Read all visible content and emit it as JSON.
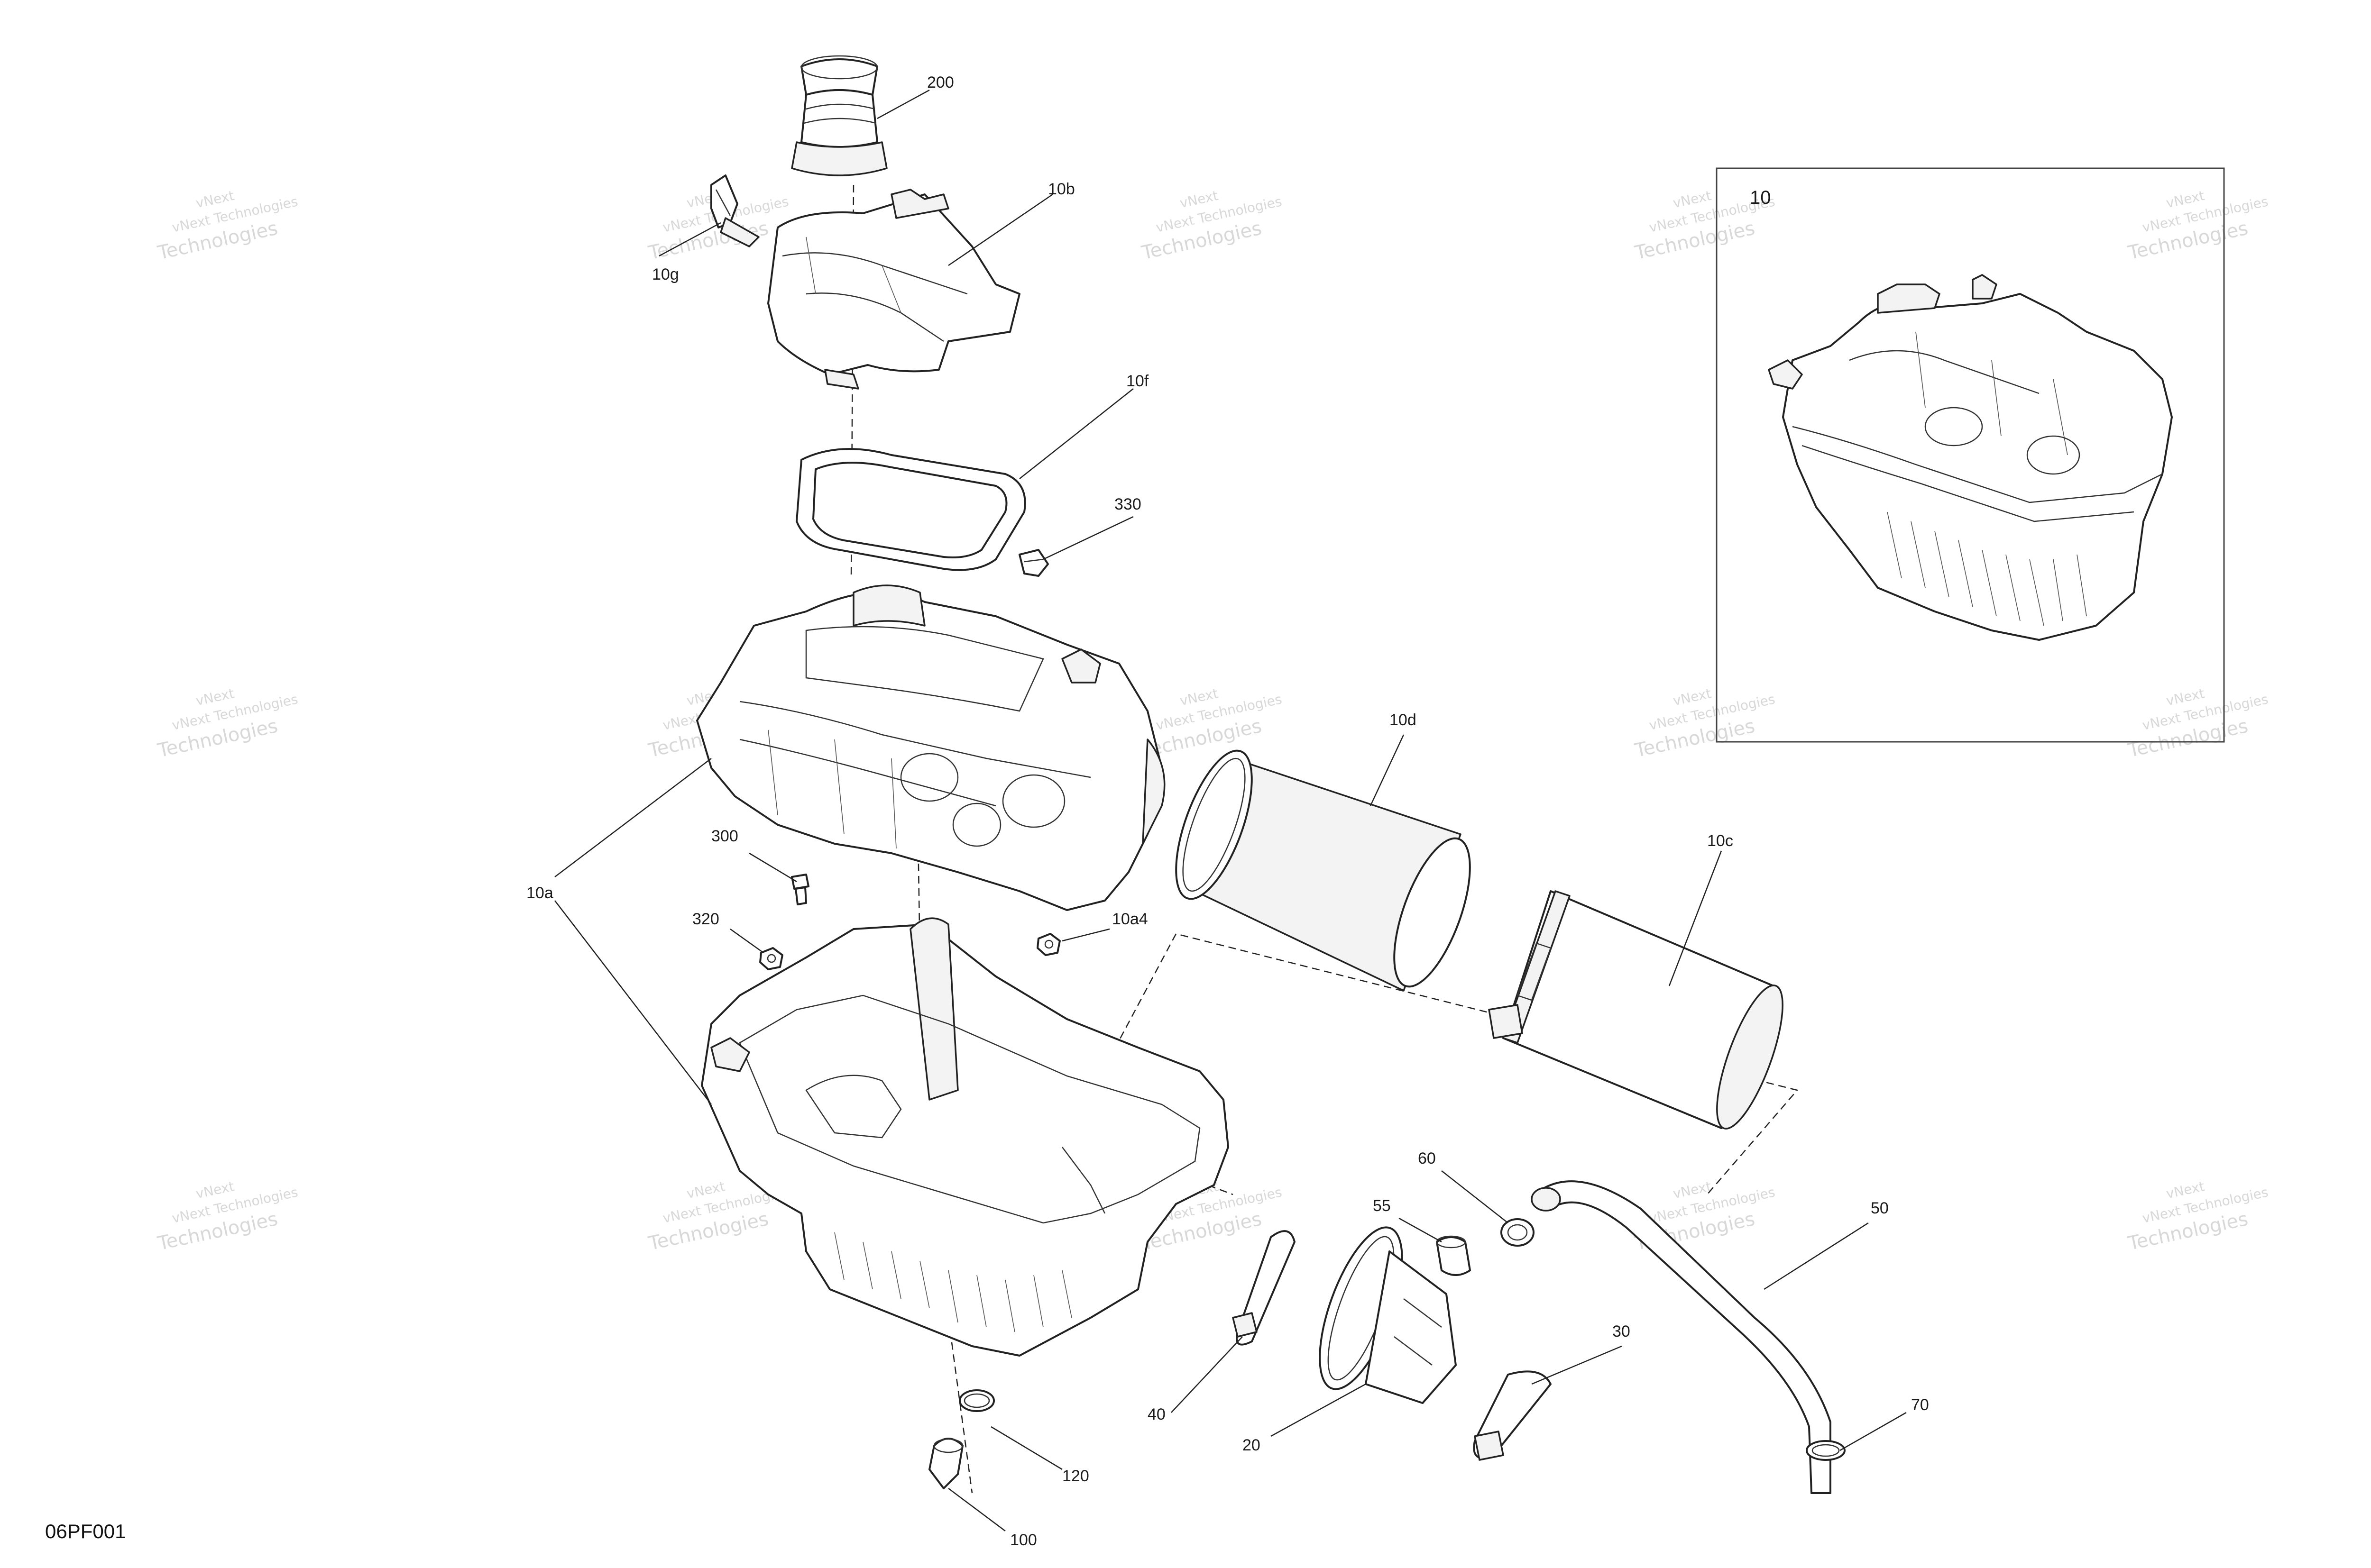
{
  "reference_code": "06PF001",
  "watermark": {
    "line1": "vNext Technologies",
    "line2": "Technologies",
    "mark": "vNext"
  },
  "callouts": {
    "c200": "200",
    "c10b": "10b",
    "c10g": "10g",
    "c10f": "10f",
    "c330": "330",
    "c10": "10",
    "c10d": "10d",
    "c10c": "10c",
    "c10a": "10a",
    "c300": "300",
    "c320": "320",
    "c10a4": "10a4",
    "c60": "60",
    "c55": "55",
    "c50": "50",
    "c30": "30",
    "c40": "40",
    "c20": "20",
    "c70": "70",
    "c120": "120",
    "c100": "100"
  }
}
